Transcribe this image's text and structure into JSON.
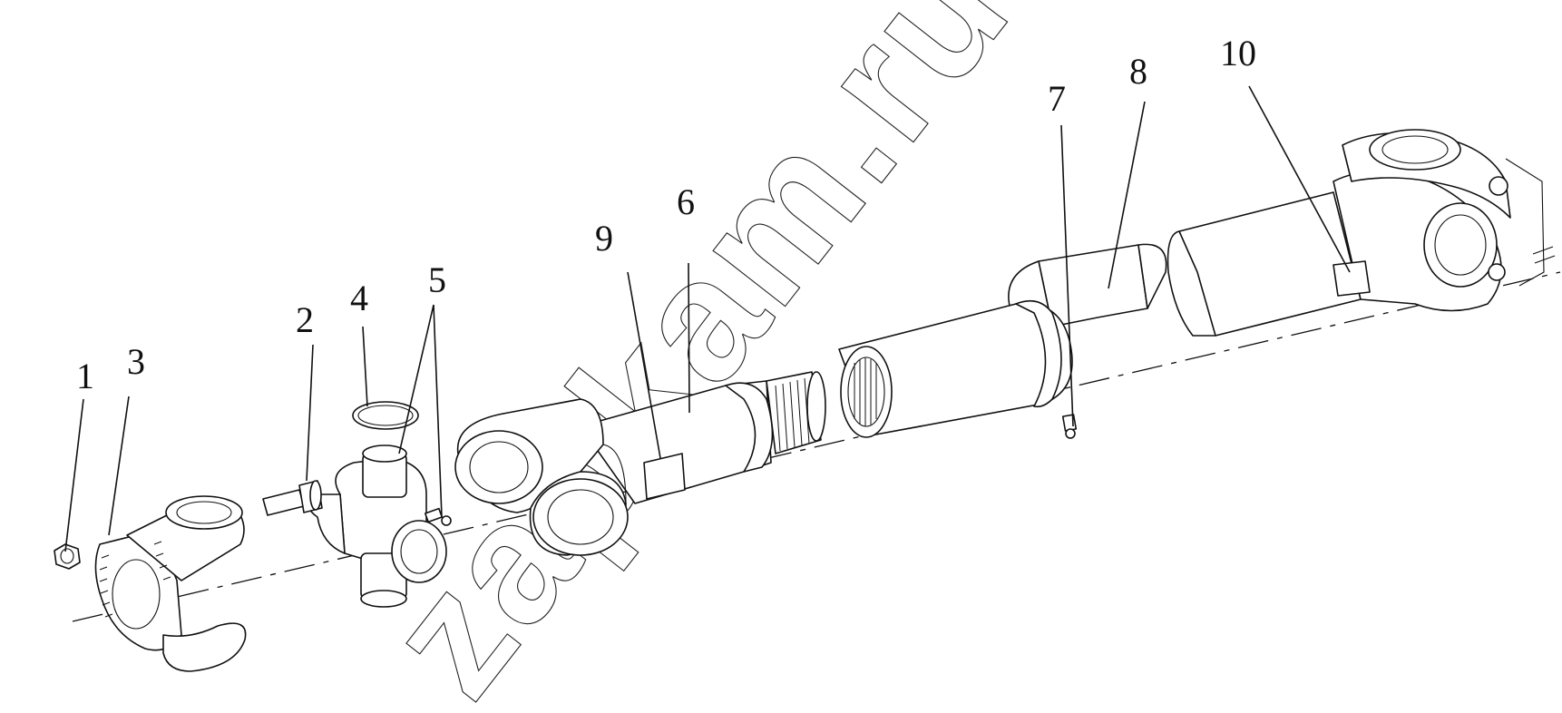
{
  "watermark": "zapkam.ru",
  "callouts": [
    {
      "id": "1",
      "text": "1"
    },
    {
      "id": "2",
      "text": "2"
    },
    {
      "id": "3",
      "text": "3"
    },
    {
      "id": "4",
      "text": "4"
    },
    {
      "id": "5",
      "text": "5"
    },
    {
      "id": "6",
      "text": "6"
    },
    {
      "id": "7",
      "text": "7"
    },
    {
      "id": "8",
      "text": "8"
    },
    {
      "id": "9",
      "text": "9"
    },
    {
      "id": "10",
      "text": "10"
    }
  ],
  "colors": {
    "line": "#111111",
    "background": "#ffffff"
  }
}
